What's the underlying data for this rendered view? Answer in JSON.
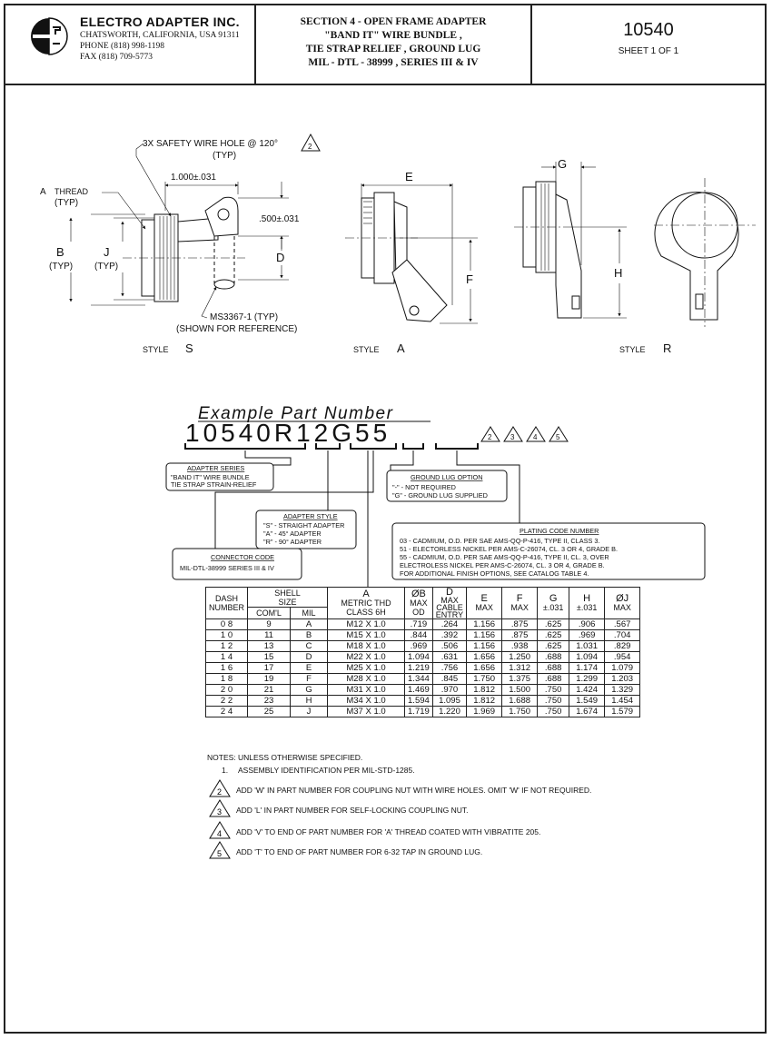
{
  "header": {
    "company": "ELECTRO ADAPTER INC.",
    "address": "CHATSWORTH, CALIFORNIA, USA 91311",
    "phone": "PHONE (818) 998-1198",
    "fax": "FAX (818) 709-5773",
    "section_lines": [
      "SECTION 4 - OPEN FRAME ADAPTER",
      "\"BAND IT\" WIRE BUNDLE ,",
      "TIE STRAP RELIEF ,  GROUND LUG",
      "MIL - DTL - 38999 ,  SERIES III & IV"
    ],
    "doc_number": "10540",
    "sheet": "SHEET  1 OF 1"
  },
  "drawing": {
    "safety_wire": "3X SAFETY WIRE HOLE @ 120°",
    "safety_wire_note_num": "2",
    "typ": "(TYP)",
    "a_thread": "A THREAD",
    "dim_1000": "1.000±.031",
    "dim_500": ".500±.031",
    "B": "B",
    "J": "J",
    "D": "D",
    "E": "E",
    "F": "F",
    "G": "G",
    "H": "H",
    "ms": "MS3367-1 (TYP)",
    "ref": "(SHOWN FOR REFERENCE)",
    "style_word": "STYLE",
    "style_s": "S",
    "style_a": "A",
    "style_r": "R"
  },
  "part_number": {
    "title": "Example  Part  Number",
    "number": "10540R12G55",
    "note_nums": [
      "2",
      "3",
      "4",
      "5"
    ],
    "adapter_series_title": "ADAPTER SERIES",
    "adapter_series_lines": [
      "\"BAND IT\" WIRE BUNDLE",
      "TIE STRAP STRAIN-RELIEF"
    ],
    "adapter_style_title": "ADAPTER STYLE",
    "adapter_style_lines": [
      "\"S\" - STRAIGHT ADAPTER",
      "\"A\" - 45° ADAPTER",
      "\"R\" - 90° ADAPTER"
    ],
    "connector_code_title": "CONNECTOR CODE",
    "connector_code_lines": [
      "MIL-DTL-38999 SERIES III & IV"
    ],
    "ground_lug_title": "GROUND LUG OPTION",
    "ground_lug_lines": [
      "\"-\" - NOT REQUIRED",
      "\"G\" - GROUND LUG SUPPLIED"
    ],
    "plating_title": "PLATING CODE NUMBER",
    "plating_lines": [
      "03 - CADMIUM, O.D. PER SAE AMS-QQ-P-416, TYPE II, CLASS 3.",
      "51 - ELECTORLESS NICKEL PER AMS-C-26074, CL. 3 OR 4, GRADE B.",
      "55 - CADMIUM, O.D. PER SAE AMS-QQ-P-416, TYPE II, CL. 3, OVER",
      "       ELECTROLESS NICKEL PER AMS-C-26074, CL. 3 OR 4, GRADE B.",
      "       FOR ADDITIONAL FINISH OPTIONS, SEE CATALOG TABLE 4."
    ]
  },
  "table": {
    "head": {
      "dash": [
        "DASH",
        "NUMBER"
      ],
      "shell": [
        "SHELL",
        "SIZE"
      ],
      "coml": "COM'L",
      "mil": "MIL",
      "a": [
        "A",
        "METRIC THD",
        "CLASS 6H"
      ],
      "b": [
        "ØB",
        "MAX",
        "OD"
      ],
      "d": [
        "D",
        "MAX",
        "CABLE",
        "ENTRY"
      ],
      "e": [
        "E",
        "MAX"
      ],
      "f": [
        "F",
        "MAX"
      ],
      "g": [
        "G",
        "±.031"
      ],
      "h": [
        "H",
        "±.031"
      ],
      "j": [
        "ØJ",
        "MAX"
      ]
    },
    "rows": [
      [
        "0 8",
        "9",
        "A",
        "M12 X 1.0",
        ".719",
        ".264",
        "1.156",
        ".875",
        ".625",
        ".906",
        ".567"
      ],
      [
        "1 0",
        "11",
        "B",
        "M15 X 1.0",
        ".844",
        ".392",
        "1.156",
        ".875",
        ".625",
        ".969",
        ".704"
      ],
      [
        "1 2",
        "13",
        "C",
        "M18 X 1.0",
        ".969",
        ".506",
        "1.156",
        ".938",
        ".625",
        "1.031",
        ".829"
      ],
      [
        "1 4",
        "15",
        "D",
        "M22 X 1.0",
        "1.094",
        ".631",
        "1.656",
        "1.250",
        ".688",
        "1.094",
        ".954"
      ],
      [
        "1 6",
        "17",
        "E",
        "M25 X 1.0",
        "1.219",
        ".756",
        "1.656",
        "1.312",
        ".688",
        "1.174",
        "1.079"
      ],
      [
        "1 8",
        "19",
        "F",
        "M28 X 1.0",
        "1.344",
        ".845",
        "1.750",
        "1.375",
        ".688",
        "1.299",
        "1.203"
      ],
      [
        "2 0",
        "21",
        "G",
        "M31 X 1.0",
        "1.469",
        ".970",
        "1.812",
        "1.500",
        ".750",
        "1.424",
        "1.329"
      ],
      [
        "2 2",
        "23",
        "H",
        "M34 X 1.0",
        "1.594",
        "1.095",
        "1.812",
        "1.688",
        ".750",
        "1.549",
        "1.454"
      ],
      [
        "2 4",
        "25",
        "J",
        "M37 X 1.0",
        "1.719",
        "1.220",
        "1.969",
        "1.750",
        ".750",
        "1.674",
        "1.579"
      ]
    ]
  },
  "notes": {
    "title": "NOTES:  UNLESS OTHERWISE SPECIFIED.",
    "n1_num": "1.",
    "n1": "ASSEMBLY IDENTIFICATION PER MIL-STD-1285.",
    "n2_num": "2",
    "n2": "ADD 'W' IN PART NUMBER FOR COUPLING NUT WITH WIRE HOLES. OMIT 'W' IF NOT REQUIRED.",
    "n3_num": "3",
    "n3": "ADD 'L' IN PART NUMBER FOR SELF-LOCKING COUPLING NUT.",
    "n4_num": "4",
    "n4": "ADD 'V' TO END OF PART NUMBER FOR 'A' THREAD COATED WITH VIBRATITE 205.",
    "n5_num": "5",
    "n5": "ADD 'T' TO END OF PART NUMBER FOR 6-32 TAP IN GROUND LUG."
  }
}
